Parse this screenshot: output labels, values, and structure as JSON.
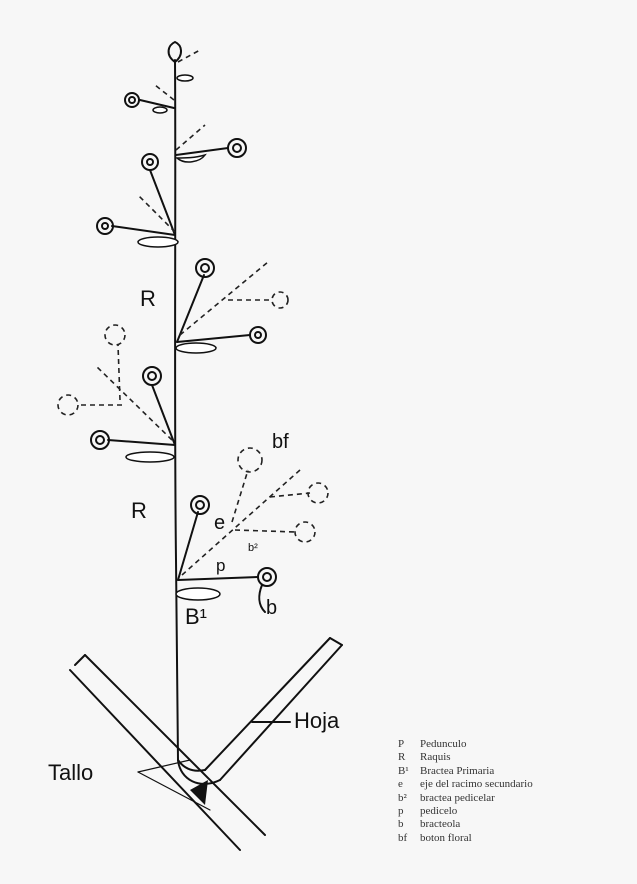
{
  "labels": {
    "R_upper": "R",
    "R_lower": "R",
    "bf": "bf",
    "e": "e",
    "b2": "b²",
    "p": "p",
    "b": "b",
    "B1": "B¹",
    "hoja": "Hoja",
    "tallo": "Tallo"
  },
  "legend": [
    {
      "key": "P",
      "text": "Pedunculo"
    },
    {
      "key": "R",
      "text": "Raquis"
    },
    {
      "key": "B¹",
      "text": "Bractea Primaria"
    },
    {
      "key": "e",
      "text": "eje del racimo secundario"
    },
    {
      "key": "b²",
      "text": "bractea pedicelar"
    },
    {
      "key": "p",
      "text": "pedicelo"
    },
    {
      "key": "b",
      "text": "bracteola"
    },
    {
      "key": "bf",
      "text": "boton floral"
    }
  ]
}
